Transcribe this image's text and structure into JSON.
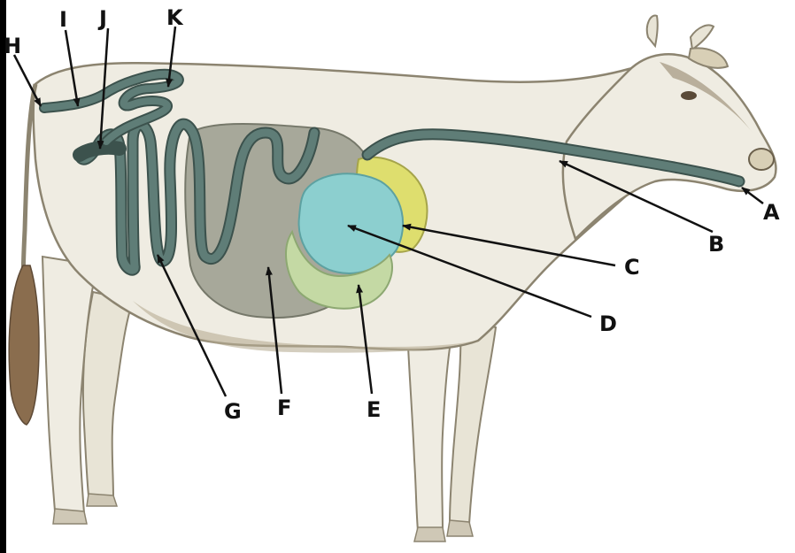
{
  "labels": {
    "A": "A",
    "B": "B",
    "C": "C",
    "D": "D",
    "E": "E",
    "F": "F",
    "G": "G",
    "H": "H",
    "I": "I",
    "J": "J",
    "K": "K"
  },
  "colors": {
    "body_fill": "#efece2",
    "body_outline": "#8c8470",
    "shading": "#b7ad95",
    "tract": "#5f7d77",
    "tract_dark": "#3c524d",
    "rumen": "#a7a89a",
    "reticulum": "#dede6e",
    "omasum": "#8ccfcf",
    "abomasum": "#c4d9a4",
    "tail": "#8a6d4e"
  },
  "icons": [
    "cow-body-illustration",
    "digestive-tract",
    "label-leader-arrow"
  ]
}
